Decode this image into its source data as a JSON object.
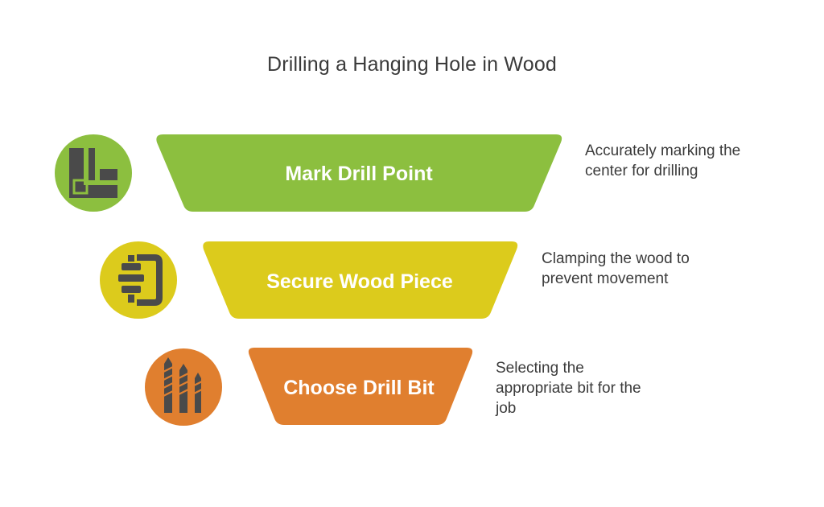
{
  "title": "Drilling a Hanging Hole in Wood",
  "stages": [
    {
      "label": "Mark Drill Point",
      "icon": "carpenter-square-icon",
      "color": "#8cbf3f",
      "description": [
        "Accurately marking the",
        "center for drilling"
      ]
    },
    {
      "label": "Secure Wood Piece",
      "icon": "clamp-icon",
      "color": "#dccb1c",
      "description": [
        "Clamping the wood to",
        "prevent movement"
      ]
    },
    {
      "label": "Choose Drill Bit",
      "icon": "drill-bits-icon",
      "color": "#e07f2f",
      "description": [
        "Selecting the",
        "appropriate bit for the",
        "job"
      ]
    }
  ],
  "icon_color": "#4a4a4a"
}
